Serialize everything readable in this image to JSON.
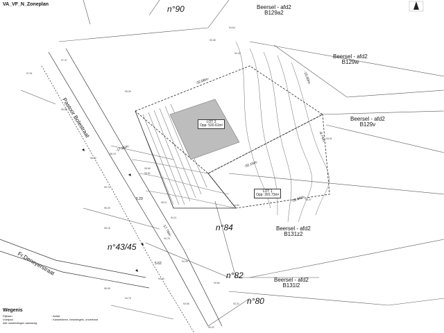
{
  "title": "VA_VF_N_Zoneplan",
  "house_numbers": [
    "n°90",
    "n°84",
    "n°43/45",
    "n°82",
    "n°80"
  ],
  "parcels": [
    {
      "line1": "Beersel - afd2",
      "line2": "B129a2"
    },
    {
      "line1": "Beersel - afd2",
      "line2": "B129w"
    },
    {
      "line1": "Beersel - afd2",
      "line2": "B129v"
    },
    {
      "line1": "Beersel - afd2",
      "line2": "B131z2"
    },
    {
      "line1": "Beersel - afd2",
      "line2": "B131l2"
    }
  ],
  "streets": [
    "Pastoor Bolestraat",
    "Fr.Deneyerstraat"
  ],
  "lots": [
    {
      "name": "LOT 2",
      "area": "Opp: 520.61m²"
    },
    {
      "name": "LOT 1",
      "area": "Opp: 391.73m²"
    }
  ],
  "dimensions": [
    "-32.08m-",
    "-15.90m-",
    "-32.15m-",
    "-32.68m-",
    "-17.55m-",
    "-8.74m-",
    "5.29",
    "5.62",
    "-17.70m-"
  ],
  "spot_heights": [
    "94.64",
    "93.45",
    "94.42",
    "97.37",
    "97.51",
    "96.86",
    "95.09",
    "96.22",
    "96.15",
    "95.29",
    "95.74",
    "95.69",
    "95.81",
    "95.18",
    "95.11",
    "94.75",
    "95.05",
    "94.43",
    "93.96",
    "94.75",
    "94.30",
    "94.11",
    "94.49",
    "93.84",
    "93.22",
    "94.37",
    "93.91",
    "95.02"
  ],
  "legend": {
    "heading": "Wegenis",
    "rows": [
      {
        "key": "Rijbaan",
        "value": ": Asfalt"
      },
      {
        "key": "Voetpad",
        "value": ": Kasseisteen, betontegels, onverhard"
      },
      {
        "key": "Alle nutsleidingen aanwezig",
        "value": ""
      }
    ]
  },
  "colors": {
    "lot2_fill": "#bdbdbd",
    "lines": "#444444",
    "contours": "#666666"
  },
  "icons": [
    "north-arrow-icon"
  ]
}
